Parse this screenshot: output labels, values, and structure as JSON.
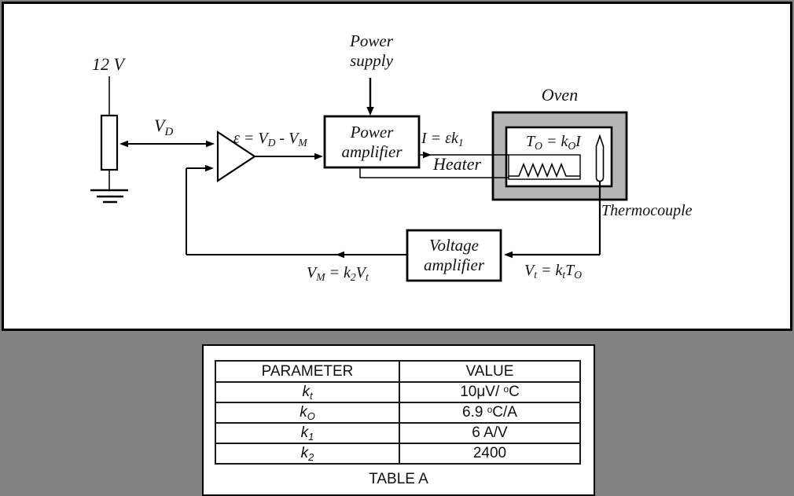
{
  "colors": {
    "page_bg": "#828282",
    "panel_bg": "#ffffff",
    "oven_fill": "#b5b5b5",
    "ink": "#000000"
  },
  "diagram": {
    "source_label": "12 V",
    "vd_label": [
      {
        "t": "V"
      },
      {
        "s": "D"
      }
    ],
    "error_eq": [
      {
        "t": "ε = V"
      },
      {
        "s": "D"
      },
      {
        "t": " - V"
      },
      {
        "s": "M"
      }
    ],
    "power_supply": {
      "line1": "Power",
      "line2": "supply"
    },
    "power_amplifier": {
      "line1": "Power",
      "line2": "amplifier"
    },
    "current_eq": [
      {
        "t": "I = εk"
      },
      {
        "s": "1"
      }
    ],
    "heater_label": "Heater",
    "oven_label": "Oven",
    "oven_temp_eq": [
      {
        "t": "T"
      },
      {
        "s": "O"
      },
      {
        "t": " = k"
      },
      {
        "s": "O"
      },
      {
        "t": "I"
      }
    ],
    "thermocouple_label": "Thermocouple",
    "vt_eq": [
      {
        "t": "V"
      },
      {
        "s": "t"
      },
      {
        "t": " = k"
      },
      {
        "s": "t"
      },
      {
        "t": "T"
      },
      {
        "s": "O"
      }
    ],
    "vm_eq": [
      {
        "t": "V"
      },
      {
        "s": "M"
      },
      {
        "t": " = k"
      },
      {
        "s": "2"
      },
      {
        "t": "V"
      },
      {
        "s": "t"
      }
    ],
    "voltage_amplifier": {
      "line1": "Voltage",
      "line2": "amplifier"
    }
  },
  "table": {
    "headers": [
      "PARAMETER",
      "VALUE"
    ],
    "rows": [
      {
        "param": [
          {
            "t": "k"
          },
          {
            "s": "t"
          }
        ],
        "value": [
          {
            "t": "10μV/ "
          },
          {
            "p": "o"
          },
          {
            "t": "C"
          }
        ]
      },
      {
        "param": [
          {
            "t": "k"
          },
          {
            "s": "O"
          }
        ],
        "value": [
          {
            "t": "6.9 "
          },
          {
            "p": "o"
          },
          {
            "t": "C/A"
          }
        ]
      },
      {
        "param": [
          {
            "t": "k"
          },
          {
            "s": "1"
          }
        ],
        "value": [
          {
            "t": "6 A/V"
          }
        ]
      },
      {
        "param": [
          {
            "t": "k"
          },
          {
            "s": "2"
          }
        ],
        "value": [
          {
            "t": "2400"
          }
        ]
      }
    ],
    "caption": "TABLE A"
  }
}
